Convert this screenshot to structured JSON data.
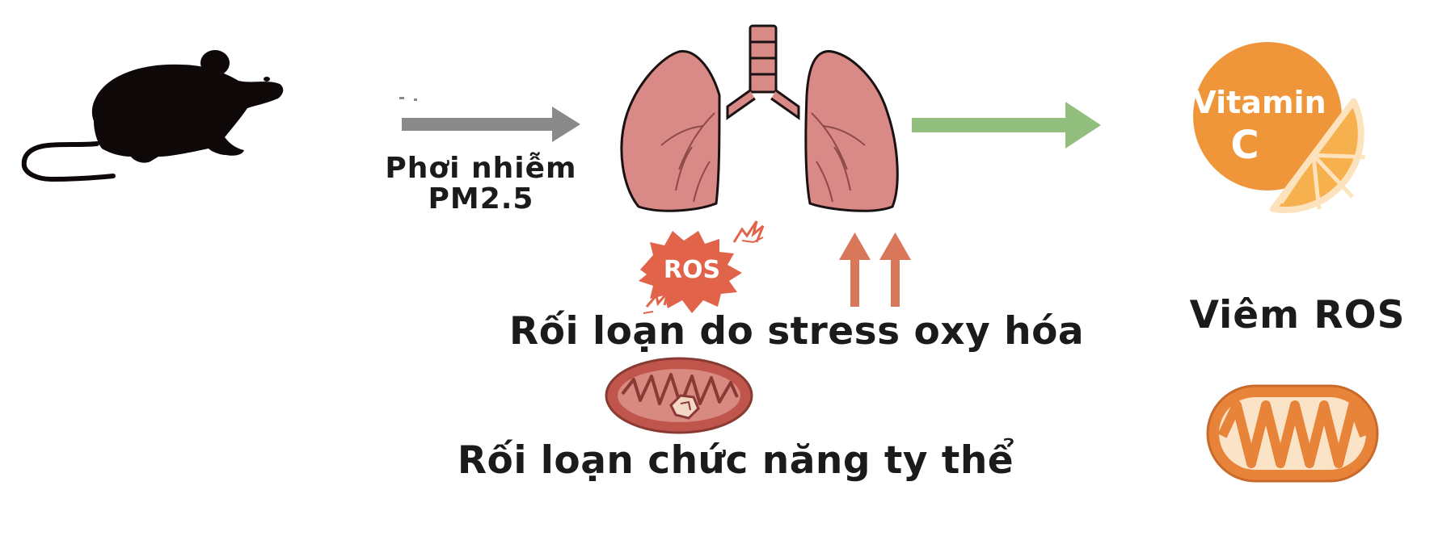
{
  "labels": {
    "exposure_line1": "Phơi nhiễm",
    "exposure_line2": "PM2.5",
    "ros_badge": "ROS",
    "oxidative_stress": "Rối loạn do stress oxy hóa",
    "mitochondrial_dysfunction": "Rối loạn chức năng ty thể",
    "vitamin_word": "Vitamin",
    "vitamin_letter": "C",
    "inflammation_ros": "Viêm ROS"
  },
  "icons": {
    "mouse": "mouse-silhouette-icon",
    "lungs": "lungs-icon",
    "ros": "ros-burst-icon",
    "increase": "double-up-arrow-icon",
    "mitochondrion_damaged": "damaged-mitochondrion-icon",
    "vitamin_c": "vitamin-c-orange-icon",
    "mitochondrion_healthy": "healthy-mitochondrion-icon"
  },
  "colors": {
    "text": "#1c1a1c",
    "exposure_arrow": "#8a8a8a",
    "treatment_arrow": "#93bf7e",
    "increase_arrows": "#d9775a",
    "lungs": "#d98a86",
    "ros_burst": "#e0634a",
    "mito_damaged": "#c0554b",
    "vitamin_orange": "#f0963a"
  }
}
